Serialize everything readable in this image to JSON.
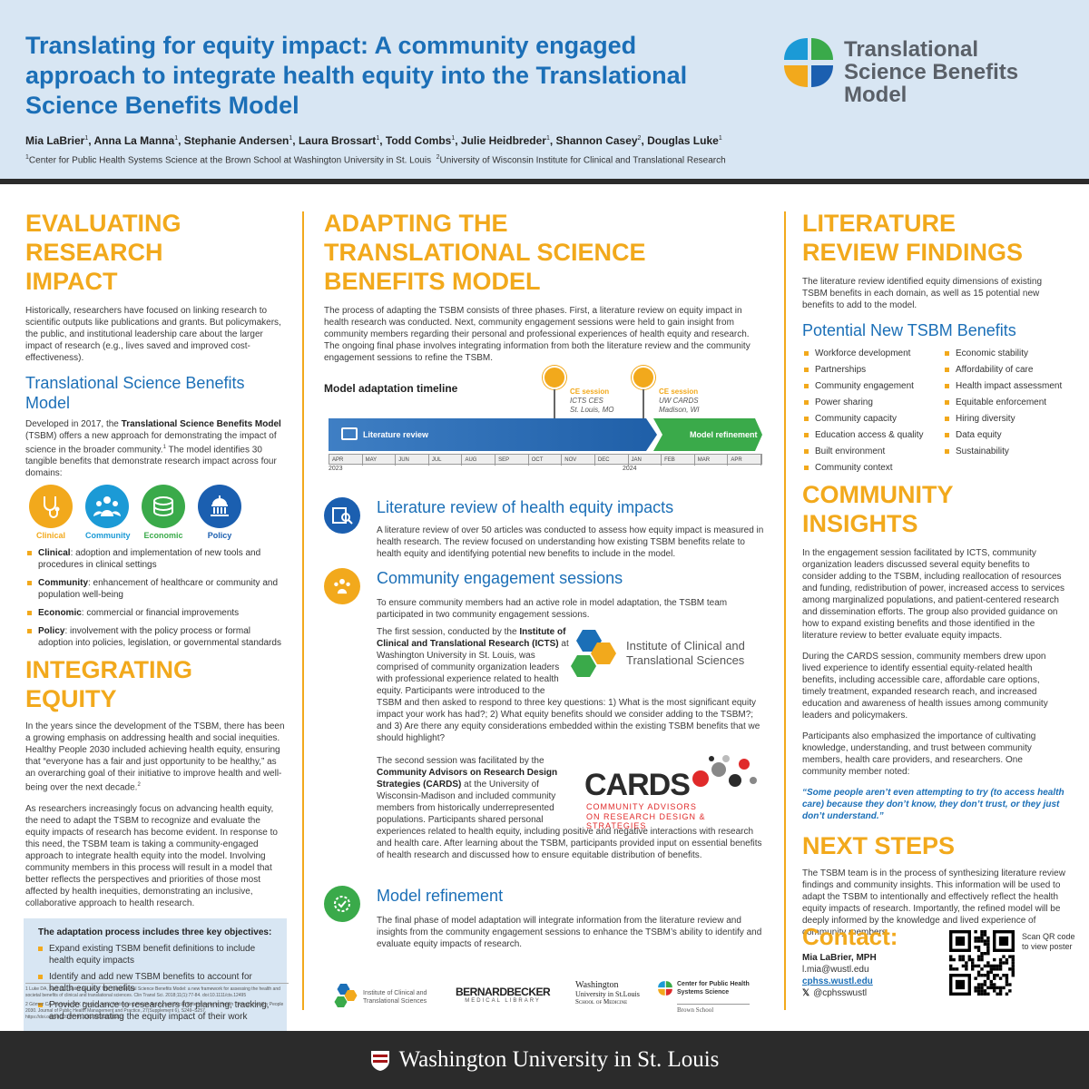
{
  "header": {
    "title": "Translating for equity impact: A community engaged approach to integrate health equity into the Translational Science Benefits Model",
    "logo_text": "Translational Science Benefits Model",
    "authors": [
      {
        "name": "Mia LaBrier",
        "sup": "1"
      },
      {
        "name": "Anna La Manna",
        "sup": "1"
      },
      {
        "name": "Stephanie Andersen",
        "sup": "1"
      },
      {
        "name": "Laura Brossart",
        "sup": "1"
      },
      {
        "name": "Todd Combs",
        "sup": "1"
      },
      {
        "name": "Julie Heidbreder",
        "sup": "1"
      },
      {
        "name": "Shannon Casey",
        "sup": "2"
      },
      {
        "name": "Douglas Luke",
        "sup": "1"
      }
    ],
    "affil1_sup": "1",
    "affil1": "Center for Public Health Systems Science at the Brown School at Washington University in St. Louis",
    "affil2_sup": "2",
    "affil2": "University of Wisconsin Institute for Clinical and Translational Research"
  },
  "left": {
    "h1": "EVALUATING RESEARCH IMPACT",
    "p1": "Historically, researchers have focused on linking research to scientific outputs like publications and grants. But policymakers, the public, and institutional leadership care about the larger impact of research (e.g., lives saved and improved cost-effectiveness).",
    "h2": "Translational Science Benefits Model",
    "p2_a": "Developed in 2017, the ",
    "p2_b": "Translational Science Benefits Model",
    "p2_c": " (TSBM) offers a new approach for demonstrating the impact of science in the broader community.",
    "p2_sup": "1",
    "p2_d": " The model identifies 30 tangible benefits that demonstrate research impact across four domains:",
    "domains": [
      {
        "label": "Clinical",
        "color": "#f2a91c",
        "icon": "stethoscope-icon"
      },
      {
        "label": "Community",
        "color": "#1b9ad6",
        "icon": "people-icon"
      },
      {
        "label": "Economic",
        "color": "#3aaa4a",
        "icon": "coins-icon"
      },
      {
        "label": "Policy",
        "color": "#1b5fb0",
        "icon": "capitol-icon"
      }
    ],
    "domain_defs": [
      {
        "term": "Clinical",
        "text": ": adoption and implementation of new tools and procedures in clinical settings"
      },
      {
        "term": "Community",
        "text": ": enhancement of healthcare or community and population well-being"
      },
      {
        "term": "Economic",
        "text": ": commercial or financial improvements"
      },
      {
        "term": "Policy",
        "text": ": involvement with the policy process or formal adoption into policies, legislation, or governmental standards"
      }
    ],
    "h3": "INTEGRATING EQUITY",
    "p3": "In the years since the development of the TSBM, there has been a growing emphasis on addressing health and social inequities. Healthy People 2030 included achieving health equity, ensuring that “everyone has a fair and just opportunity to be healthy,” as an overarching goal of their initiative to improve health and well-being over the next decade.",
    "p3_sup": "2",
    "p4": "As researchers increasingly focus on advancing health equity, the need to adapt the TSBM to recognize and evaluate the equity impacts of research has become evident. In response to this need, the TSBM team is taking a community-engaged approach to integrate health equity into the model. Involving community members in this process will result in a model that better reflects the perspectives and priorities of those most affected by health inequities, demonstrating an inclusive, collaborative approach to health research.",
    "obj_title": "The adaptation process includes three key objectives:",
    "objectives": [
      "Expand existing TSBM benefit definitions to include health equity impacts",
      "Identify and add new TSBM benefits to account for health equity benefits",
      "Provide guidance to researchers for planning, tracking, and demonstrating the equity impact of their work"
    ],
    "ref1": "1 Luke DA, Sarli CC, Suiter AM, et al. The Translational Science Benefits Model: a new framework for assessing the health and societal benefits of clinical and translational sciences. Clin Transl Sci. 2018;11(1):77-84. doi:10.1111/cts.12495",
    "ref2": "2 Gómez CA, Kleinman DV, Pronk N, et al. Addressing Health Equity and Social Determinants of Health Through Healthy People 2030. Journal of Public Health Management and Practice, 27(Supplement 6), S249–S257. https://doi.org/10.1097/PHH.0000000000001297"
  },
  "middle": {
    "h1": "ADAPTING THE TRANSLATIONAL SCIENCE BENEFITS MODEL",
    "p1": "The process of adapting the TSBM consists of three phases. First, a literature review on equity impact in health research was conducted. Next, community engagement sessions were held to gain insight from community members regarding their personal and professional experiences of health equity and research. The ongoing final phase involves integrating information from both the literature review and the community engagement sessions to refine the TSBM.",
    "timeline_title": "Model adaptation timeline",
    "timeline": {
      "months": [
        "APR",
        "MAY",
        "JUN",
        "JUL",
        "AUG",
        "SEP",
        "OCT",
        "NOV",
        "DEC",
        "JAN",
        "FEB",
        "MAR",
        "APR"
      ],
      "year1": "2023",
      "year2": "2024",
      "lit_label": "Literature review",
      "refine_label": "Model refinement",
      "ce1": {
        "title": "CE session",
        "l1": "ICTS CES",
        "l2": "St. Louis, MO"
      },
      "ce2": {
        "title": "CE session",
        "l1": "UW CARDS",
        "l2": "Madison, WI"
      }
    },
    "s1_title": "Literature review of health equity impacts",
    "s1_p": "A literature review of over 50 articles was conducted to assess how equity impact is measured in health research. The review focused on understanding how existing TSBM benefits relate to health equity and identifying potential new benefits to include in the model.",
    "s2_title": "Community engagement sessions",
    "s2_p1": "To ensure community members had an active role in model adaptation, the TSBM team participated in two community engagement sessions.",
    "s2_p2_a": "The first session, conducted by the ",
    "s2_p2_b": "Institute of Clinical and Translational Research (ICTS)",
    "s2_p2_c": " at Washington University in St. Louis, was comprised of community organization leaders with professional experience related to health equity. Participants were introduced to the TSBM and then asked to respond to three key questions: 1) What is the most significant equity impact your work has had?; 2) What equity benefits should we consider adding to the TSBM?; and 3) Are there any equity considerations embedded within the existing TSBM benefits that we should highlight?",
    "icts_l1": "Institute of Clinical and",
    "icts_l2": "Translational Sciences",
    "s2_p3_a": "The second session was facilitated by the ",
    "s2_p3_b": "Community Advisors on Research Design Strategies (CARDS)",
    "s2_p3_c": " at the University of Wisconsin-Madison and included community members from historically underrepresented populations. Participants shared personal experiences related to health equity, including positive and negative interactions with research and health care. After learning about the TSBM, participants provided input on essential benefits of health research and discussed how to ensure equitable distribution of benefits.",
    "cards_big": "CARDS",
    "cards_l1": "COMMUNITY ADVISORS",
    "cards_l2": "ON RESEARCH DESIGN & STRATEGIES",
    "s3_title": "Model refinement",
    "s3_p": "The final phase of model adaptation will integrate information from the literature review and insights from the community engagement sessions to enhance the TSBM’s ability to identify and evaluate equity impacts of research.",
    "logos": {
      "icts1": "Institute of Clinical and",
      "icts2": "Translational Sciences",
      "becker1": "BERNARDBECKER",
      "becker2": "MEDICAL LIBRARY",
      "wu1": "Washington",
      "wu2": "University in St.Louis",
      "wu3": "School of Medicine",
      "cphss1": "Center for Public Health",
      "cphss2": "Systems Science",
      "cphss3": "Brown School"
    }
  },
  "right": {
    "h1": "LITERATURE REVIEW FINDINGS",
    "p1": "The literature review identified equity dimensions of existing TSBM benefits in each domain, as well as 15 potential new benefits to add to the model.",
    "h2": "Potential New TSBM Benefits",
    "benefits_a": [
      "Workforce development",
      "Partnerships",
      "Community engagement",
      "Power sharing",
      "Community capacity",
      "Education access & quality",
      "Built environment",
      "Community context"
    ],
    "benefits_b": [
      "Economic stability",
      "Affordability of care",
      "Health impact assessment",
      "Equitable enforcement",
      "Hiring diversity",
      "Data equity",
      "Sustainability"
    ],
    "h3": "COMMUNITY INSIGHTS",
    "p2": "In the engagement session facilitated by ICTS, community organization leaders discussed several equity benefits to consider adding to the TSBM, including reallocation of resources and funding, redistribution of power, increased access to services among marginalized populations, and patient-centered research and dissemination efforts. The group also provided guidance on how to expand existing benefits and those identified in the literature review to better evaluate equity impacts.",
    "p3": "During the CARDS session, community members drew upon lived experience to identify essential equity-related health benefits, including accessible care, affordable care options, timely treatment, expanded research reach, and increased education and awareness of health issues among community leaders and policymakers.",
    "p4": "Participants also emphasized the importance of cultivating knowledge, understanding, and trust between community members, health care providers, and researchers. One community member noted:",
    "quote": "“Some people aren’t even attempting to try (to access health care) because they don’t know, they don’t trust, or they just don’t understand.”",
    "h4": "NEXT STEPS",
    "p5": "The TSBM team is in the process of synthesizing literature review findings and community insights. This information will be used to adapt the TSBM to intentionally and effectively reflect the health equity impacts of research. Importantly, the refined model will be deeply informed by the knowledge and lived experience of community members.",
    "contact_h": "Contact:",
    "contact_name": "Mia LaBrier, MPH",
    "contact_email": "l.mia@wustl.edu",
    "contact_web": "cphss.wustl.edu",
    "contact_x": "@cphsswustl",
    "qr_text": "Scan QR code to view poster"
  },
  "footer": {
    "wustl": "Washington University in St. Louis"
  },
  "colors": {
    "orange": "#f2a91c",
    "blue": "#1b6fb7",
    "green": "#3aaa4a",
    "lightblue": "#d8e6f3",
    "dark": "#2b2b2b"
  }
}
